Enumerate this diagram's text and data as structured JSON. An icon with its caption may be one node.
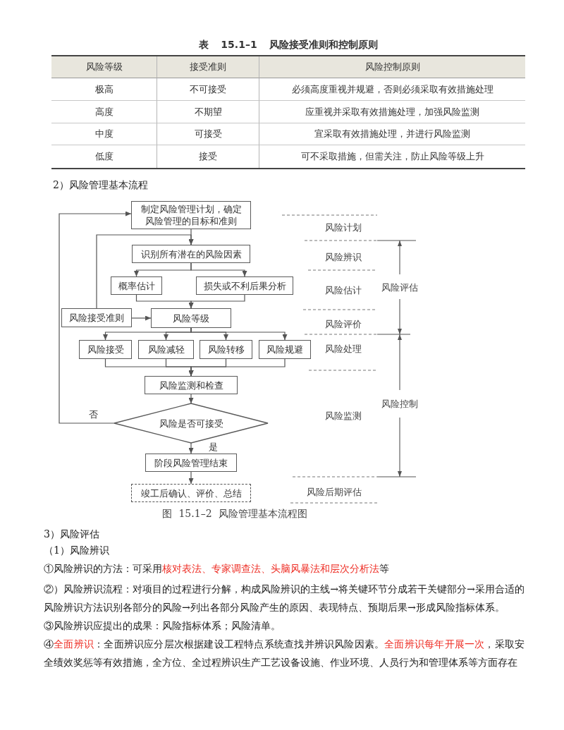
{
  "diagram": {
    "title": "2）风险管理基本流程",
    "caption": "图 15.1–2 风险管理基本流程图",
    "nodes": [
      {
        "text": [
          "制定风险管理计划，确定风险管理的目标和准则"
        ]
      },
      {
        "text": [
          "识别所有潜在的风险因素"
        ]
      },
      {
        "text": [
          "概率估计"
        ]
      },
      {
        "text": [
          "损失或不利后果分析"
        ]
      },
      {
        "text": [
          "风险接受准则"
        ]
      },
      {
        "text": [
          "风险等级"
        ]
      },
      {
        "text": [
          "风险接受"
        ]
      },
      {
        "text": [
          "风险减轻"
        ]
      },
      {
        "text": [
          "风险转移"
        ]
      },
      {
        "text": [
          "风险规避"
        ]
      },
      {
        "text": [
          "风险监测和检查"
        ]
      },
      {
        "text": [
          "风险是否可接受"
        ]
      },
      {
        "text": [
          "阶段风险管理结束"
        ]
      },
      {
        "text": [
          "竣工后确认、评价、总结"
        ]
      }
    ],
    "edges": [
      {
        "from": 0,
        "to": 1,
        "arrow": "to"
      },
      {
        "from": 4,
        "to": 1,
        "arrow": "to"
      },
      {
        "from": 1,
        "to": 2,
        "arrow": "to"
      },
      {
        "from": 1,
        "to": 3,
        "arrow": "to"
      },
      {
        "from": 2,
        "to": 5,
        "arrow": "to"
      },
      {
        "from": 3,
        "to": 5,
        "arrow": "to"
      },
      {
        "from": 4,
        "to": 5,
        "arrow": "to"
      },
      {
        "from": 5,
        "to": 6,
        "arrow": "to"
      },
      {
        "from": 5,
        "to": 7,
        "arrow": "to"
      },
      {
        "from": 5,
        "to": 8,
        "arrow": "to"
      },
      {
        "from": 5,
        "to": 9,
        "arrow": "to"
      },
      {
        "from": 6,
        "to": 10,
        "arrow": "to"
      },
      {
        "from": 7,
        "to": 10,
        "arrow": "to"
      },
      {
        "from": 8,
        "to": 10,
        "arrow": "to"
      },
      {
        "from": 9,
        "to": 10,
        "arrow": "to"
      },
      {
        "from": 10,
        "to": 11,
        "arrow": "to"
      },
      {
        "from": 11,
        "to": 0,
        "arrow": "to",
        "label": "否"
      },
      {
        "from": 11,
        "to": 12,
        "arrow": "to",
        "label": "是"
      },
      {
        "from": 12,
        "to": 13,
        "arrow": "to"
      }
    ],
    "labels": [
      "表 15.1–1 风险接受准则和控制原则",
      "风险等级",
      "接受准则",
      "风险控制原则",
      "极高",
      "不可接受",
      "必须高度重视并规避，否则必须采取有效措施处理",
      "高度",
      "不期望",
      "应重视并采取有效措施处理，加强风险监测",
      "中度",
      "可接受",
      "宜采取有效措施处理，并进行风险监测",
      "低度",
      "接受",
      "可不采取措施，但需关注，防止风险等级上升",
      "风险计划",
      "风险辨识",
      "风险估计",
      "风险评估",
      "风险评价",
      "风险处理",
      "风险监测",
      "风险控制",
      "风险后期评估",
      "3）风险评估",
      "（1）风险辨识",
      "①风险辨识的方法：可采用**核对表法、专家调查法、头脑风暴法和层次分析法**等",
      "②）风险辨识流程：对项目的过程进行分解，构成风险辨识的主线→将关键环节分成若干关键部分→采用合适的风险辨识方法识别各部分的风险→列出各部分风险产生的原因、表现特点、预期后果→形成风险指标体系。",
      "③风险辨识应提出的成果：风险指标体系；风险清单。",
      "④**全面辨识**：全面辨识应分层次根据建设工程特点系统查找并辨识风险因素。**全面辨识每年开展一次**，采取安全绩效奖惩等有效措施，全方位、全过程辨识生产工艺设备设施、作业环境、人员行为和管理体系等方面存在"
    ]
  }
}
